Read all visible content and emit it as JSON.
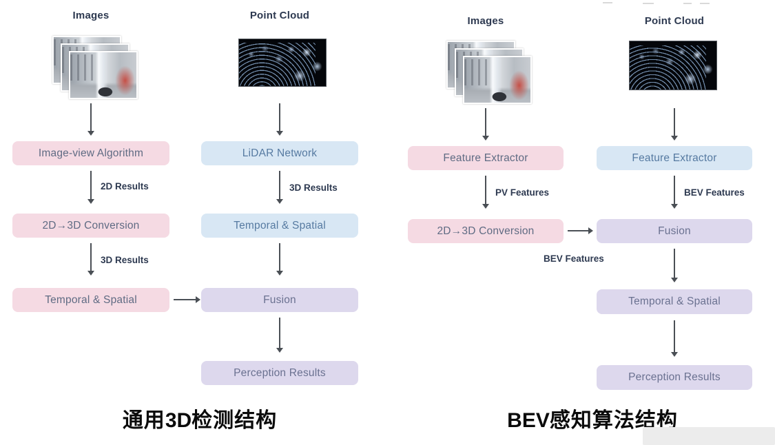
{
  "figure": {
    "colors": {
      "pink_box": "#f5dae3",
      "blue_box": "#d8e7f4",
      "purple_box": "#ddd8ed",
      "arrow": "#4a4f55",
      "label_text": "#2d3950"
    },
    "left": {
      "caption": {
        "pre": "通用",
        "em": "3D",
        "post": "检测结构"
      },
      "images_col": {
        "header": "Images",
        "box1": "Image-view Algorithm",
        "arrow1_label": "2D Results",
        "box2": "2D→3D Conversion",
        "arrow2_label": "3D Results",
        "box3": "Temporal & Spatial"
      },
      "pointcloud_col": {
        "header": "Point Cloud",
        "box1": "LiDAR Network",
        "arrow1_label": "3D Results",
        "box2": "Temporal & Spatial",
        "box3": "Fusion",
        "box4": "Perception Results"
      }
    },
    "right": {
      "caption": {
        "pre": "",
        "em": "BEV",
        "post": "感知算法结构"
      },
      "images_col": {
        "header": "Images",
        "box1": "Feature Extractor",
        "arrow1_label": "PV Features",
        "box2": "2D→3D Conversion",
        "harrow_label": "BEV Features"
      },
      "pointcloud_col": {
        "header": "Point Cloud",
        "box1": "Feature Extractor",
        "arrow1_label": "BEV Features",
        "box2": "Fusion",
        "box3": "Temporal & Spatial",
        "box4": "Perception Results"
      }
    }
  }
}
